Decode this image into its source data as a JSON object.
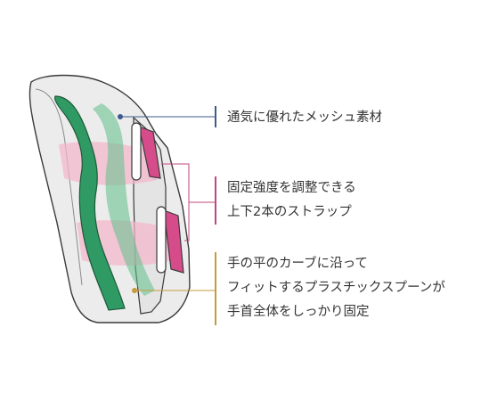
{
  "callouts": {
    "mesh": {
      "lines": [
        "通気に優れたメッシュ素材"
      ],
      "color": "#3d5b8c"
    },
    "strap": {
      "lines": [
        "固定強度を調整できる",
        "上下2本のストラップ"
      ],
      "color": "#c2477e"
    },
    "splint": {
      "lines": [
        "手の平のカーブに沿って",
        "フィットするプラスチックスプーンが",
        "手首全体をしっかり固定"
      ],
      "color": "#c79a3b"
    }
  },
  "colors": {
    "outline": "#3a3a3a",
    "fabric": "#ededed",
    "splint_green": "#2f9a63",
    "mesh_pink": "#f4b6cc",
    "strap_magenta": "#d64c8a"
  }
}
